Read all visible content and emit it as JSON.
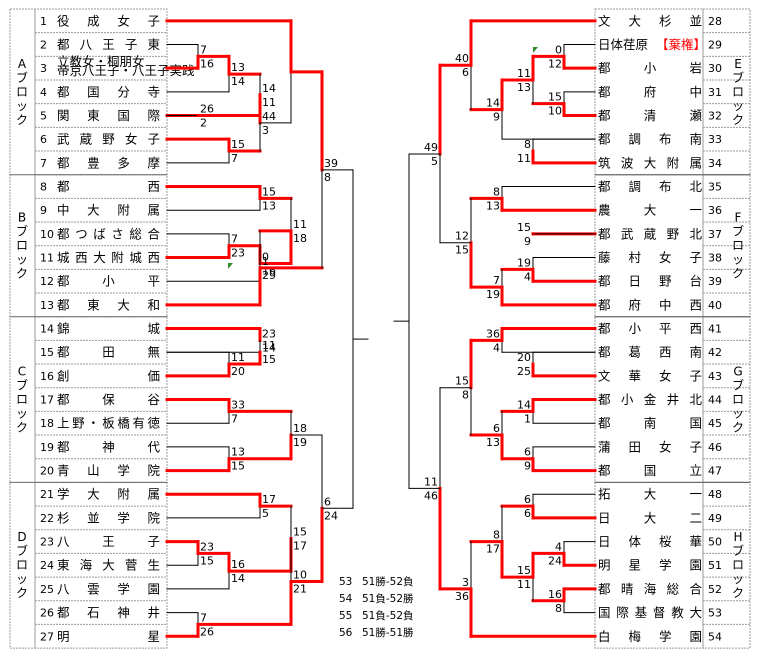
{
  "left_blocks": [
    {
      "name": "Aブロック",
      "teams": [
        {
          "num": "1",
          "name": "役成女子"
        },
        {
          "num": "2",
          "name": "都八王子東"
        },
        {
          "num": "3",
          "name": "立教女・桐朋女・帝京八王子・八王子実践",
          "small": true
        },
        {
          "num": "4",
          "name": "都国分寺"
        },
        {
          "num": "5",
          "name": "関東国際"
        },
        {
          "num": "6",
          "name": "武蔵野女子"
        },
        {
          "num": "7",
          "name": "都豊多摩"
        }
      ]
    },
    {
      "name": "Bブロック",
      "teams": [
        {
          "num": "8",
          "name": "都西"
        },
        {
          "num": "9",
          "name": "中大附属"
        },
        {
          "num": "10",
          "name": "都つばさ総合"
        },
        {
          "num": "11",
          "name": "城西大附城西"
        },
        {
          "num": "12",
          "name": "都小平"
        },
        {
          "num": "13",
          "name": "都東大和"
        }
      ]
    },
    {
      "name": "Cブロック",
      "teams": [
        {
          "num": "14",
          "name": "錦城"
        },
        {
          "num": "15",
          "name": "都田無"
        },
        {
          "num": "16",
          "name": "創価"
        },
        {
          "num": "17",
          "name": "都保谷"
        },
        {
          "num": "18",
          "name": "上野・板橋有徳"
        },
        {
          "num": "19",
          "name": "都神代"
        },
        {
          "num": "20",
          "name": "青山学院"
        }
      ]
    },
    {
      "name": "Dブロック",
      "teams": [
        {
          "num": "21",
          "name": "学大附属"
        },
        {
          "num": "22",
          "name": "杉並学院"
        },
        {
          "num": "23",
          "name": "八王子"
        },
        {
          "num": "24",
          "name": "東海大菅生"
        },
        {
          "num": "25",
          "name": "八雲学園"
        },
        {
          "num": "26",
          "name": "都石神井"
        },
        {
          "num": "27",
          "name": "明星"
        }
      ]
    }
  ],
  "right_blocks": [
    {
      "name": "Eブロック",
      "teams": [
        {
          "num": "28",
          "name": "文大杉並"
        },
        {
          "num": "29",
          "name": "日体荏原",
          "tag": "【棄権】"
        },
        {
          "num": "30",
          "name": "都小岩"
        },
        {
          "num": "31",
          "name": "都府中"
        },
        {
          "num": "32",
          "name": "都清瀬"
        },
        {
          "num": "33",
          "name": "都調布南"
        },
        {
          "num": "34",
          "name": "筑波大附属"
        }
      ]
    },
    {
      "name": "Fブロック",
      "teams": [
        {
          "num": "35",
          "name": "都調布北"
        },
        {
          "num": "36",
          "name": "農大一"
        },
        {
          "num": "37",
          "name": "都武蔵野北"
        },
        {
          "num": "38",
          "name": "藤村女子"
        },
        {
          "num": "39",
          "name": "都日野台"
        },
        {
          "num": "40",
          "name": "都府中西"
        }
      ]
    },
    {
      "name": "Gブロック",
      "teams": [
        {
          "num": "41",
          "name": "都小平西"
        },
        {
          "num": "42",
          "name": "都葛西南"
        },
        {
          "num": "43",
          "name": "文華女子"
        },
        {
          "num": "44",
          "name": "都小金井北"
        },
        {
          "num": "45",
          "name": "都南国"
        },
        {
          "num": "46",
          "name": "蒲田女子"
        },
        {
          "num": "47",
          "name": "都国立"
        }
      ]
    },
    {
      "name": "Hブロック",
      "teams": [
        {
          "num": "48",
          "name": "拓大一"
        },
        {
          "num": "49",
          "name": "日大二"
        },
        {
          "num": "50",
          "name": "日体桜華"
        },
        {
          "num": "51",
          "name": "明星学園"
        },
        {
          "num": "52",
          "name": "都晴海総合"
        },
        {
          "num": "53",
          "name": "国際基督教大"
        },
        {
          "num": "54",
          "name": "白梅学園"
        }
      ]
    }
  ],
  "scores": {
    "L": [
      [
        "7",
        "16"
      ],
      [
        "13",
        "14"
      ],
      [
        "26",
        "2"
      ],
      [
        "15",
        "7"
      ],
      [
        "14",
        "11"
      ],
      [
        "44",
        "3"
      ],
      [
        "15",
        "13"
      ],
      [
        "7",
        "23"
      ],
      [
        "0",
        "16"
      ],
      [
        "11",
        "18"
      ],
      [
        "1",
        "29"
      ],
      [
        "23",
        "14"
      ],
      [
        "11",
        "20"
      ],
      [
        "33",
        "7"
      ],
      [
        "13",
        "15"
      ],
      [
        "11",
        "15"
      ],
      [
        "18",
        "19"
      ],
      [
        "17",
        "5"
      ],
      [
        "23",
        "15"
      ],
      [
        "16",
        "14"
      ],
      [
        "7",
        "26"
      ],
      [
        "15",
        "17"
      ],
      [
        "10",
        "21"
      ],
      [
        "39",
        "8"
      ],
      [
        "6",
        "24"
      ]
    ],
    "R": [
      [
        "0",
        "12"
      ],
      [
        "15",
        "10"
      ],
      [
        "11",
        "13"
      ],
      [
        "14",
        "9"
      ],
      [
        "8",
        "11"
      ],
      [
        "40",
        "6"
      ],
      [
        "8",
        "13"
      ],
      [
        "15",
        "9"
      ],
      [
        "19",
        "4"
      ],
      [
        "7",
        "19"
      ],
      [
        "12",
        "15"
      ],
      [
        "36",
        "4"
      ],
      [
        "20",
        "25"
      ],
      [
        "14",
        "1"
      ],
      [
        "6",
        "9"
      ],
      [
        "6",
        "13"
      ],
      [
        "15",
        "8"
      ],
      [
        "6",
        "6"
      ],
      [
        "4",
        "24"
      ],
      [
        "16",
        "8"
      ],
      [
        "15",
        "11"
      ],
      [
        "8",
        "17"
      ],
      [
        "3",
        "36"
      ],
      [
        "49",
        "5"
      ],
      [
        "11",
        "46"
      ]
    ]
  },
  "legend": [
    {
      "num": "53",
      "text": "51勝-52負"
    },
    {
      "num": "54",
      "text": "51負-52勝"
    },
    {
      "num": "55",
      "text": "51負-52負"
    },
    {
      "num": "56",
      "text": "51勝-51勝"
    }
  ],
  "colors": {
    "win": "#ff0000",
    "line": "#000000",
    "border": "#9a9a9a",
    "flag": "#2e8b2e"
  }
}
